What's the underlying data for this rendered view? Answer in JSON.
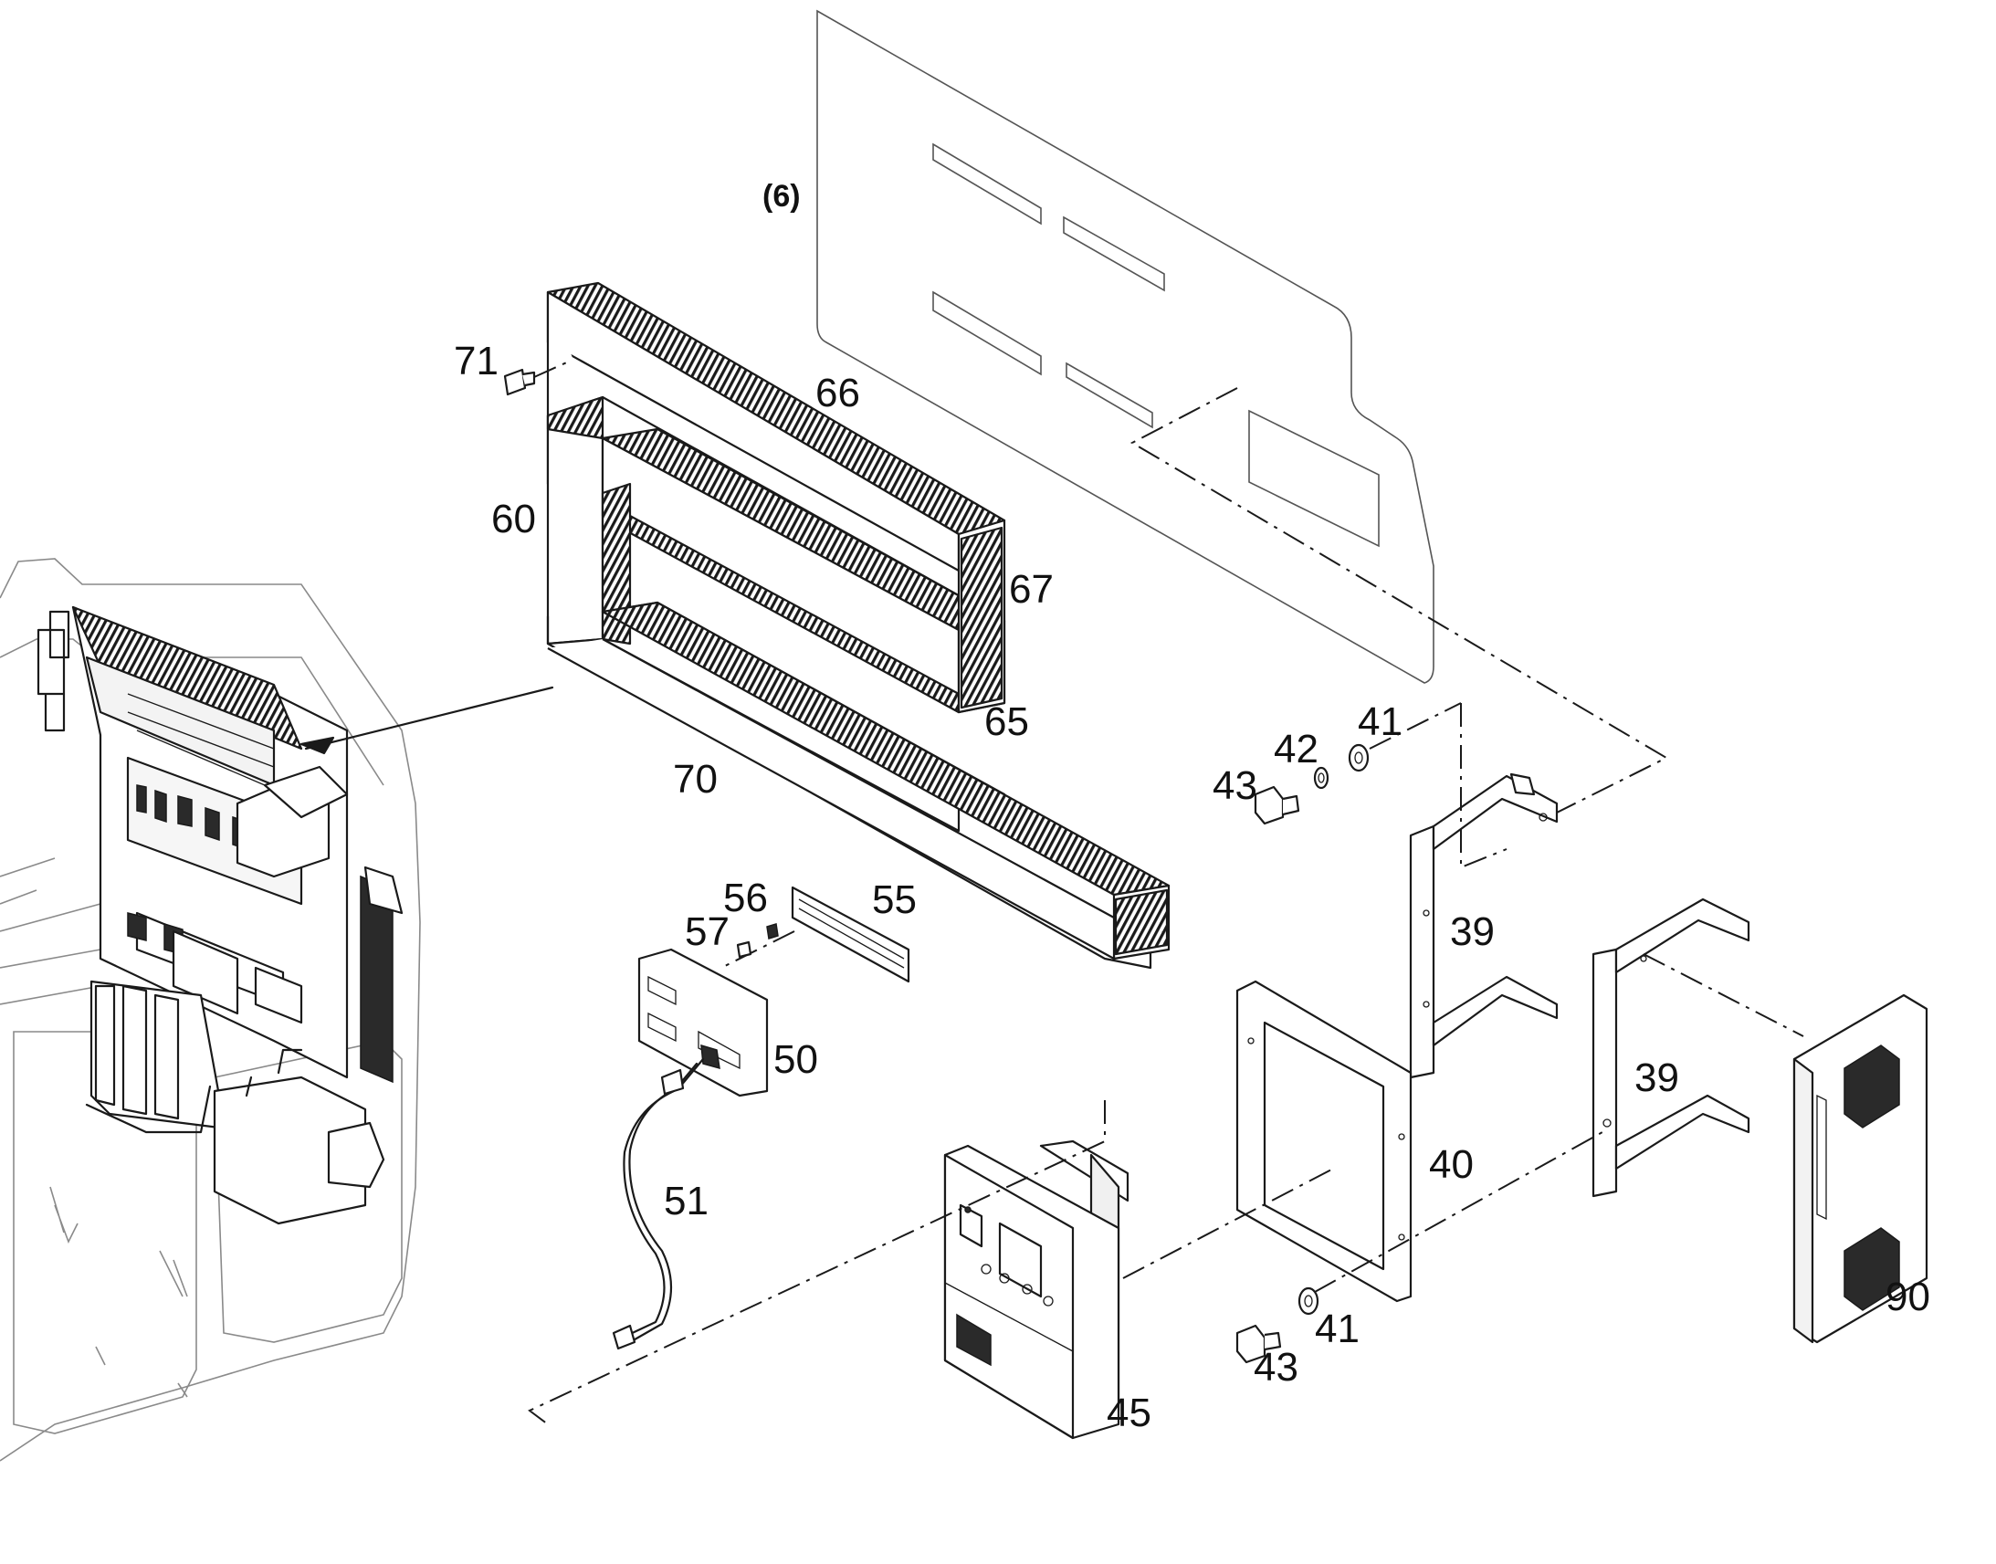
{
  "diagram": {
    "labels": {
      "assembly_ref": "(6)",
      "p71": "71",
      "p66": "66",
      "p60": "60",
      "p67": "67",
      "p65": "65",
      "p70": "70",
      "p41_top": "41",
      "p42": "42",
      "p43_top": "43",
      "p56": "56",
      "p55": "55",
      "p57": "57",
      "p39_left": "39",
      "p50": "50",
      "p39_right": "39",
      "p51": "51",
      "p40": "40",
      "p90": "90",
      "p41_bottom": "41",
      "p43_bottom": "43",
      "p45": "45"
    }
  }
}
